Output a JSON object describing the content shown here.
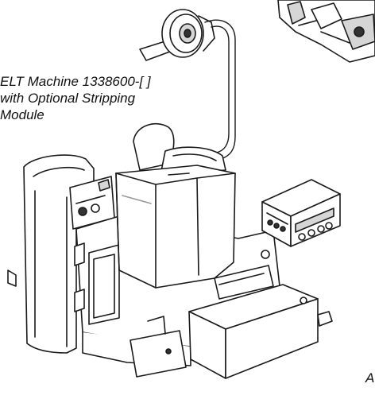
{
  "figure": {
    "caption_lines": [
      "ELT Machine 1338600-[ ]",
      "with Optional Stripping",
      "Module"
    ],
    "corner_label": "A"
  },
  "colors": {
    "line": "#1a1a1a",
    "fill": "#ffffff",
    "shade": "#d6d6d6",
    "dark": "#333333"
  },
  "icons": [
    "reel-icon",
    "feed-tube-icon",
    "stripping-module-icon",
    "control-panel-icon"
  ]
}
